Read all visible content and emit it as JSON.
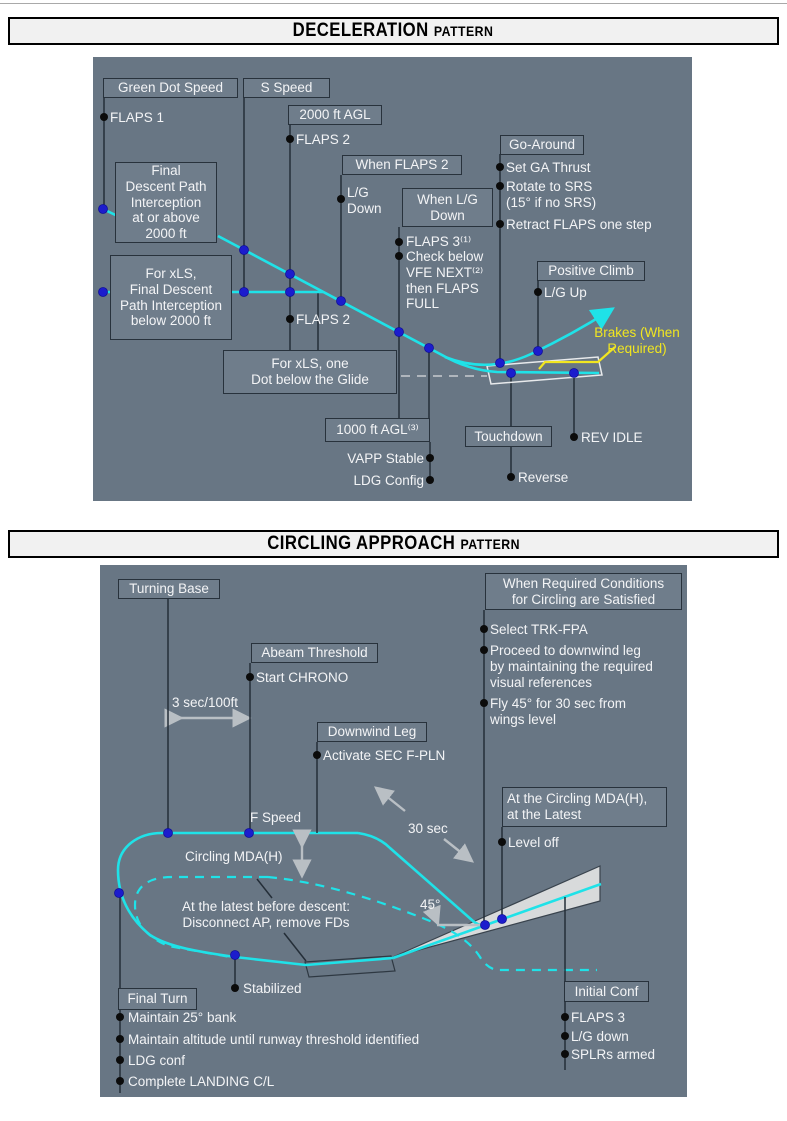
{
  "colors": {
    "panel_bg": "#687684",
    "path_cyan": "#1fe2e8",
    "dot_blue": "#1c1ccd",
    "brakes_yellow": "#f1e620",
    "title_bg": "#f1f1f1"
  },
  "deceleration": {
    "title_main": "DECELERATION",
    "title_sub": "PATTERN",
    "boxes": {
      "green_dot": "Green Dot Speed",
      "s_speed": "S Speed",
      "agl2000": "2000 ft AGL",
      "final_descent": "Final\nDescent Path\nInterception\nat or above\n2000 ft",
      "for_xls": "For xLS,\nFinal Descent\nPath Interception\nbelow 2000 ft",
      "when_flaps2": "When FLAPS 2",
      "when_lg_down": "When L/G\nDown",
      "go_around": "Go-Around",
      "positive_climb": "Positive Climb",
      "one_dot": "For xLS, one\nDot below the Glide",
      "agl1000": "1000 ft AGL⁽³⁾",
      "touchdown": "Touchdown"
    },
    "labels": {
      "flaps1": "FLAPS 1",
      "flaps2_a": "FLAPS 2",
      "lg_down": "L/G\nDown",
      "flaps3": "FLAPS 3⁽¹⁾",
      "check_below": "Check below\nVFE NEXT⁽²⁾\nthen FLAPS\nFULL",
      "set_ga": "Set GA Thrust",
      "rotate": "Rotate to SRS\n(15° if no SRS)",
      "retract": "Retract FLAPS one step",
      "lg_up": "L/G Up",
      "flaps2_b": "FLAPS 2",
      "vapp": "VAPP Stable",
      "ldg_config": "LDG Config",
      "reverse": "Reverse",
      "rev_idle": "REV IDLE",
      "brakes": "Brakes (When\nRequired)"
    }
  },
  "circling": {
    "title_main": "CIRCLING APPROACH",
    "title_sub": "PATTERN",
    "boxes": {
      "turning_base": "Turning Base",
      "when_required": "When Required Conditions\nfor Circling are Satisfied",
      "abeam": "Abeam Threshold",
      "downwind": "Downwind Leg",
      "at_circling": "At the Circling MDA(H),\nat the Latest",
      "final_turn": "Final Turn",
      "initial_conf": "Initial Conf"
    },
    "labels": {
      "start_chrono": "Start CHRONO",
      "sec100": "3 sec/100ft",
      "activate_sec": "Activate SEC F-PLN",
      "f_speed": "F Speed",
      "select_trk": "Select TRK-FPA",
      "proceed": "Proceed to downwind leg\nby maintaining the required\nvisual references",
      "fly45": "Fly 45° for 30 sec from\nwings level",
      "sec30": "30 sec",
      "circling_mda": "Circling MDA(H)",
      "at_latest": "At the latest before descent:\nDisconnect AP, remove FDs",
      "deg45": "45°",
      "level_off": "Level off",
      "stabilized": "Stabilized",
      "maintain_bank": "Maintain 25° bank",
      "maintain_alt": "Maintain altitude until runway threshold identified",
      "ldg_conf": "LDG conf",
      "complete_ldg": "Complete LANDING C/L",
      "flaps3": "FLAPS 3",
      "lg_down": "L/G down",
      "splrs": "SPLRs armed"
    }
  }
}
